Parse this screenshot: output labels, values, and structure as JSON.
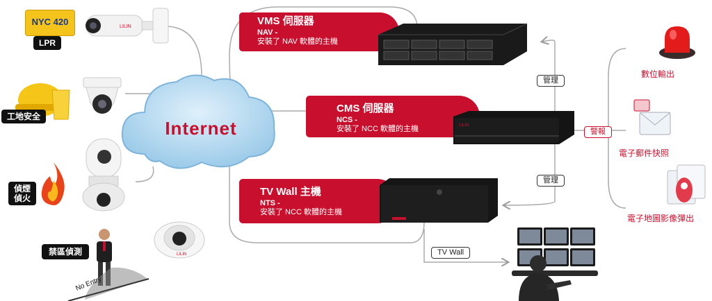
{
  "cloud": {
    "label": "Internet"
  },
  "cameras": {
    "lpr": {
      "plate_text": "NYC 420",
      "label": "LPR"
    },
    "site_safety": {
      "label": "工地安全"
    },
    "smoke_fire": {
      "label_line1": "偵煙",
      "label_line2": "偵火"
    },
    "restricted": {
      "label": "禁區偵測",
      "sign": "No Entry"
    }
  },
  "servers": [
    {
      "title": "VMS 伺服器",
      "code": "NAV -",
      "desc": "安裝了 NAV 軟體的主機"
    },
    {
      "title": "CMS 伺服器",
      "code": "NCS -",
      "desc": "安裝了 NCC 軟體的主機"
    },
    {
      "title": "TV Wall 主機",
      "code": "NTS -",
      "desc": "安裝了 NCC 軟體的主機"
    }
  ],
  "connectors": {
    "manage_1": "管理",
    "manage_2": "管理",
    "alarm": "警報",
    "tv_wall": "TV Wall"
  },
  "alarm_outputs": [
    {
      "label": "數位輸出",
      "icon": "siren-icon"
    },
    {
      "label": "電子郵件快照",
      "icon": "email-icon"
    },
    {
      "label": "電子地圖影像彈出",
      "icon": "map-popup-icon"
    }
  ],
  "colors": {
    "brand_red": "#c8102e",
    "cloud_blue": "#a9d3ee"
  }
}
